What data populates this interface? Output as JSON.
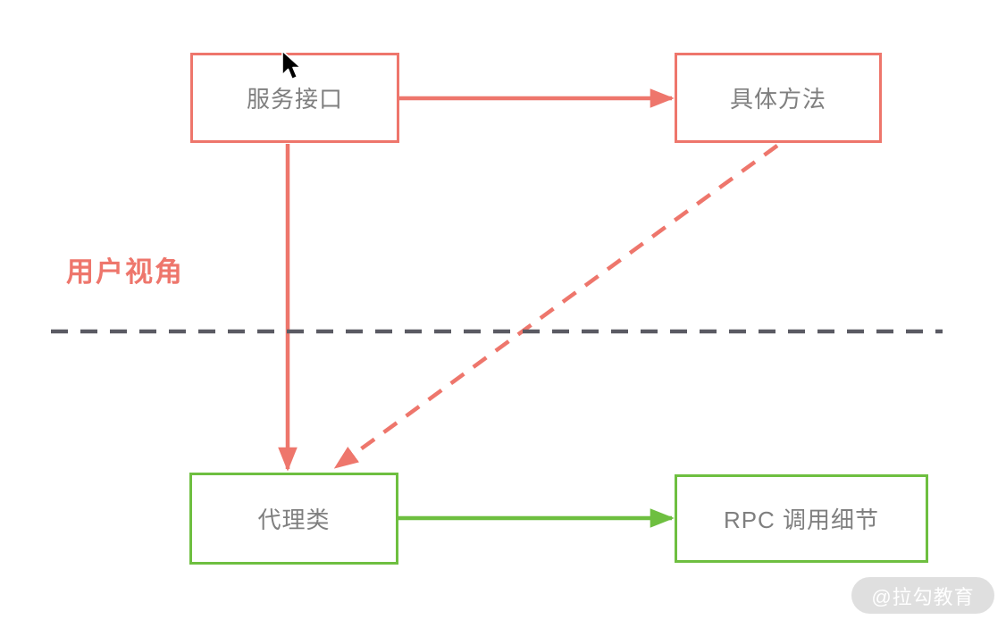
{
  "diagram": {
    "colors": {
      "red": "#ee766c",
      "green": "#6ebf40",
      "box_text": "#7f7f7f",
      "divider": "#5a5a63",
      "watermark_bg": "#d8d8d8",
      "watermark_text": "#ffffff"
    },
    "boxes": {
      "service_interface": {
        "label": "服务接口"
      },
      "concrete_method": {
        "label": "具体方法"
      },
      "proxy_class": {
        "label": "代理类"
      },
      "rpc_details": {
        "label": "RPC 调用细节"
      }
    },
    "labels": {
      "user_perspective": "用户视角"
    },
    "watermark": {
      "text": "@拉勾教育"
    }
  }
}
